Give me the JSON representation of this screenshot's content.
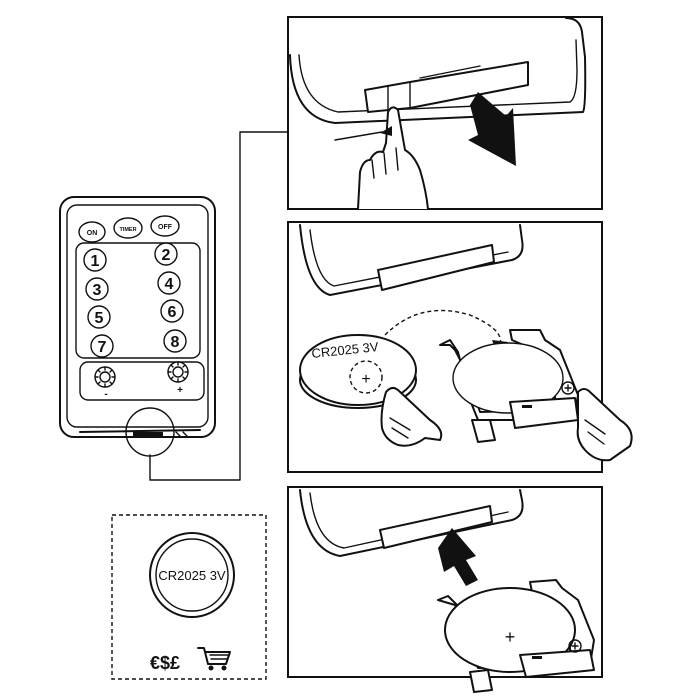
{
  "remote": {
    "top_buttons": [
      "ON",
      "TIMER",
      "OFF"
    ],
    "number_buttons_left": [
      "1",
      "3",
      "5",
      "7"
    ],
    "number_buttons_right": [
      "2",
      "4",
      "6",
      "8"
    ],
    "dim_minus": "-",
    "dim_plus": "+"
  },
  "battery": {
    "label_step2": "CR2025 3V",
    "label_inset": "CR2025 3V",
    "polarity": "+",
    "currency": "€$£",
    "cart_icon": "shopping-cart-icon"
  }
}
